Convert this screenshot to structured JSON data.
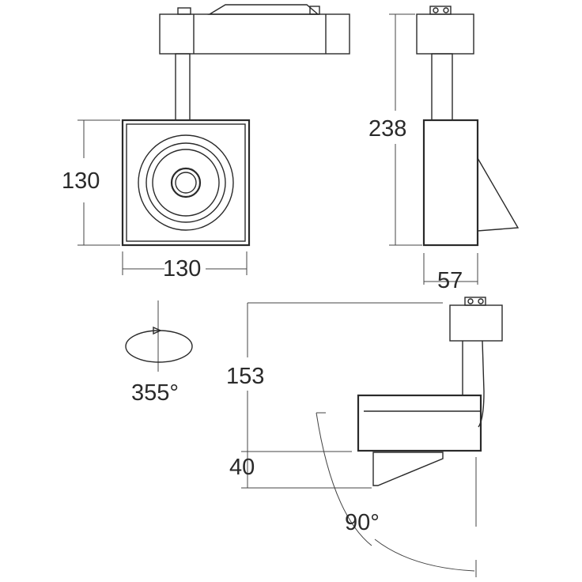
{
  "dimensions": {
    "front_height": "130",
    "front_width": "130",
    "side_height": "238",
    "side_depth": "57",
    "rotation": "355°",
    "tilt_height": "153",
    "tilt_offset": "40",
    "tilt_angle": "90°"
  },
  "colors": {
    "line": "#2a2a2a",
    "background": "#ffffff"
  }
}
